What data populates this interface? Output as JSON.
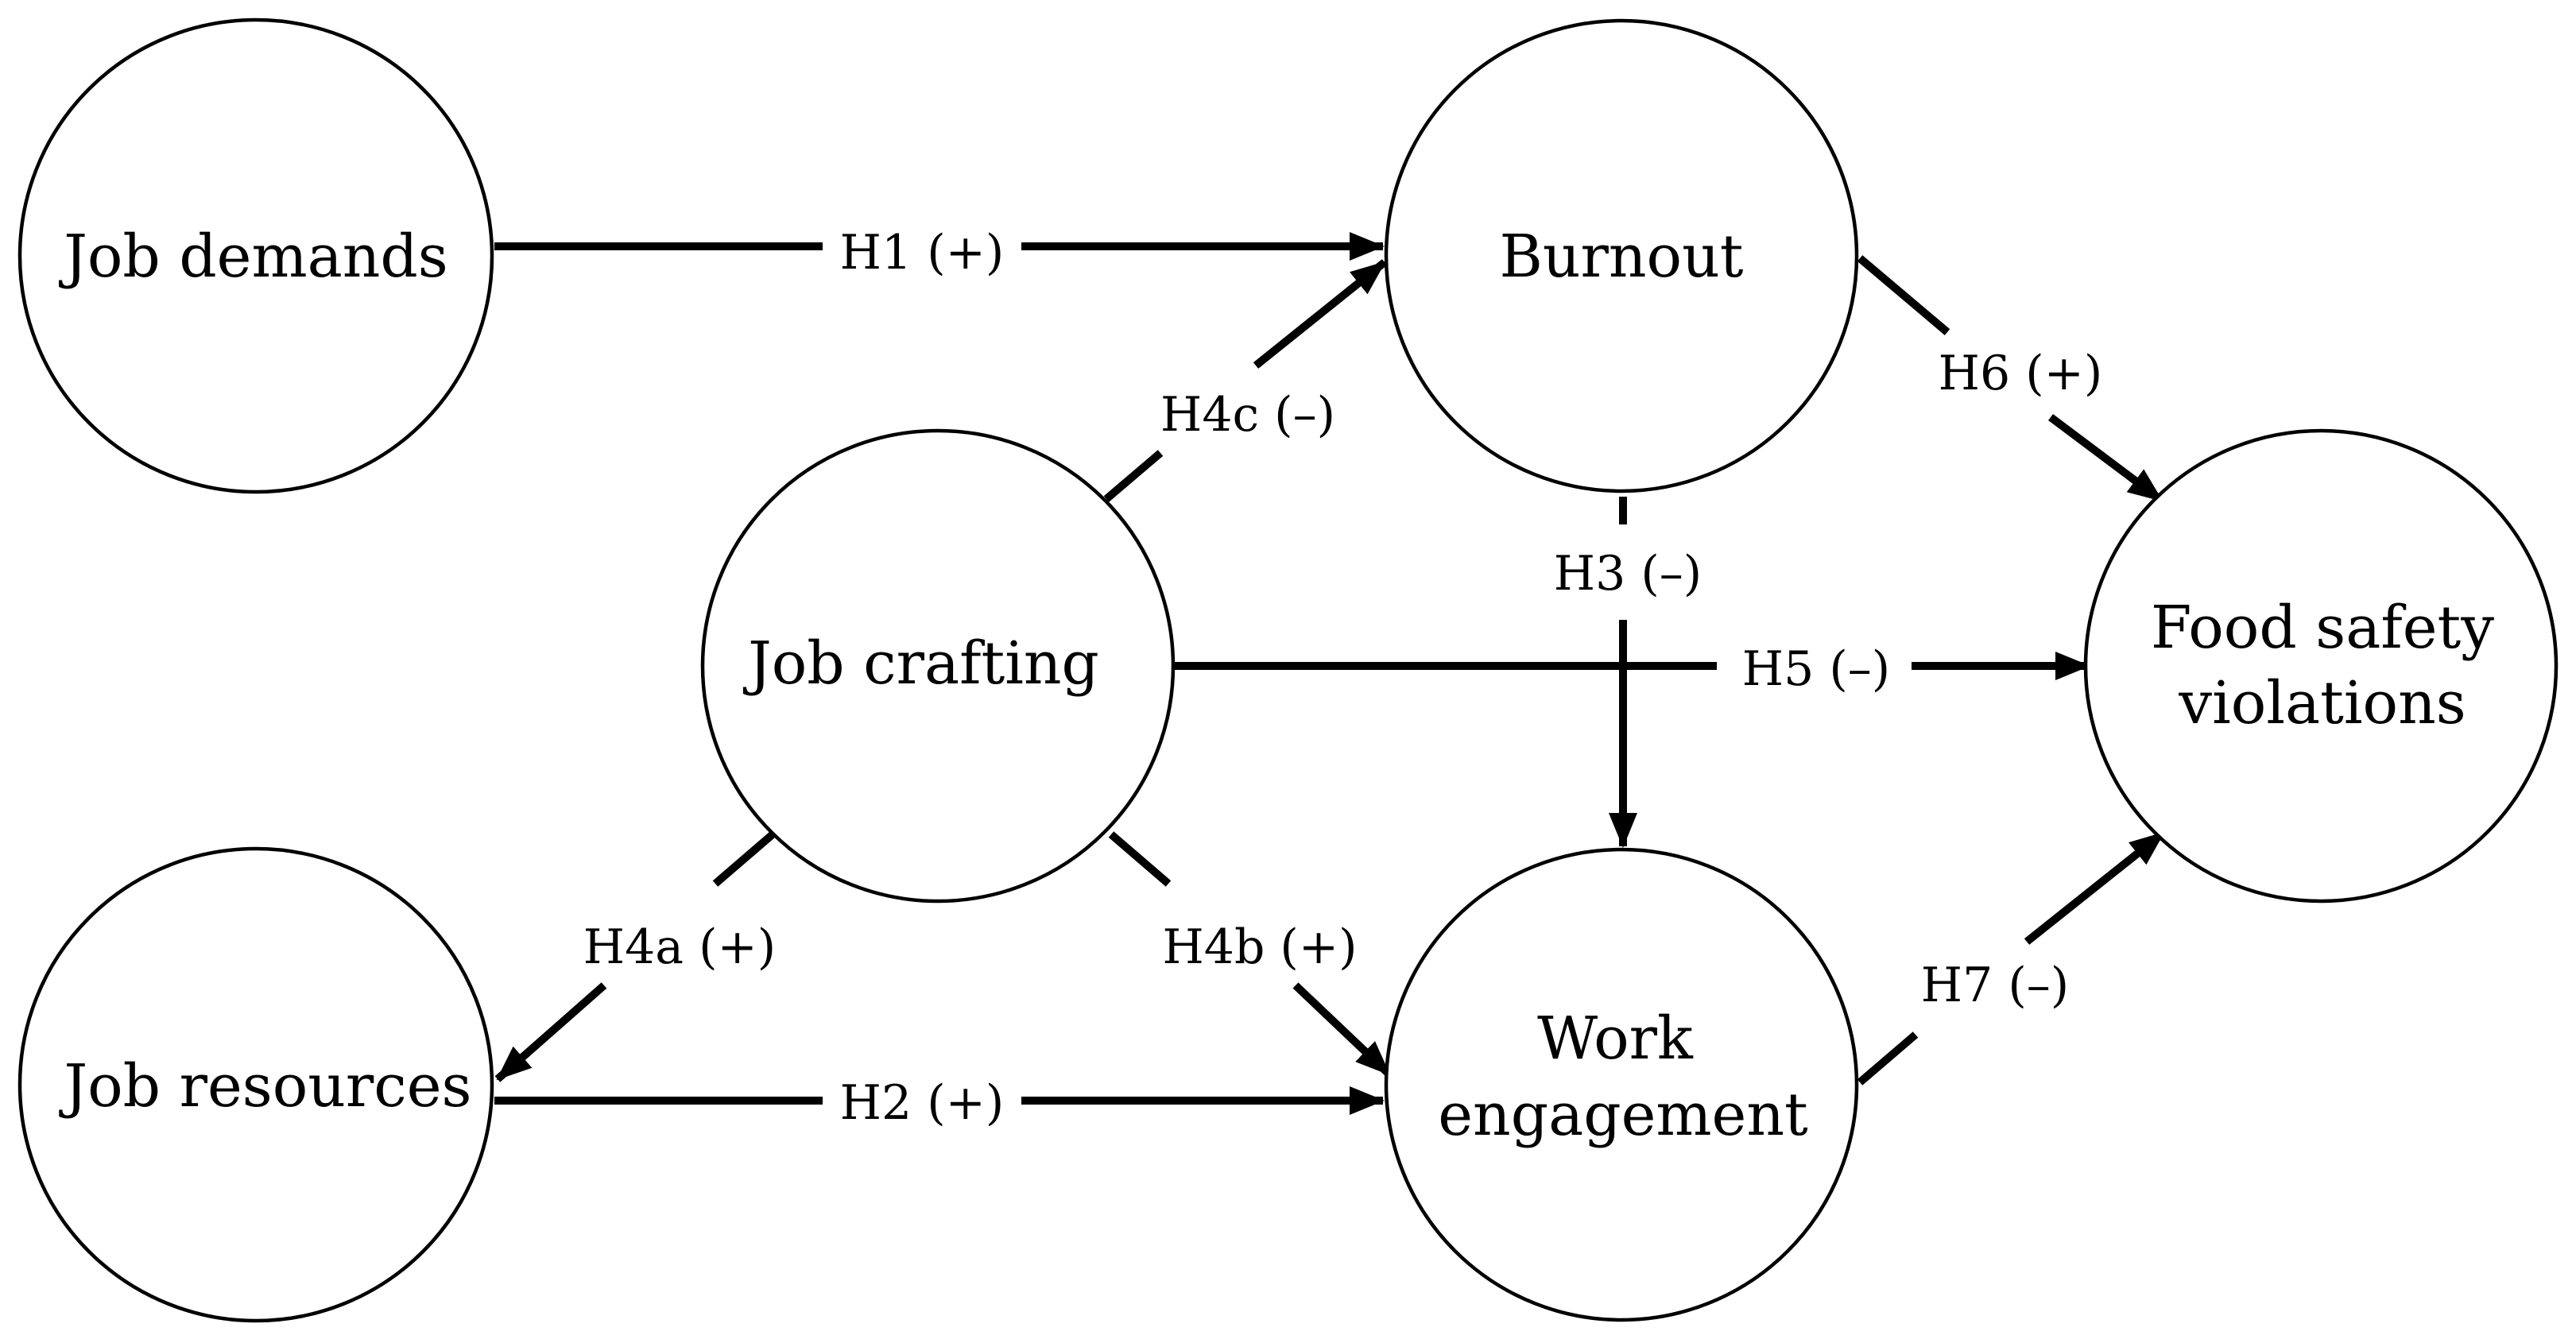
{
  "nodes": {
    "job_demands": {
      "label": "Job demands"
    },
    "job_resources": {
      "label": "Job resources"
    },
    "job_crafting": {
      "label": "Job crafting"
    },
    "burnout": {
      "label": "Burnout"
    },
    "work_engagement": {
      "label_line1": "Work",
      "label_line2": "engagement"
    },
    "food_safety": {
      "label_line1": "Food safety",
      "label_line2": "violations"
    }
  },
  "edges": {
    "h1": {
      "label": "H1 (+)",
      "from": "Job demands",
      "to": "Burnout"
    },
    "h2": {
      "label": "H2 (+)",
      "from": "Job resources",
      "to": "Work engagement"
    },
    "h3": {
      "label": "H3 (–)",
      "from": "Burnout",
      "to": "Work engagement"
    },
    "h4a": {
      "label": "H4a (+)",
      "from": "Job crafting",
      "to": "Job resources"
    },
    "h4b": {
      "label": "H4b (+)",
      "from": "Job crafting",
      "to": "Work engagement"
    },
    "h4c": {
      "label": "H4c (–)",
      "from": "Job crafting",
      "to": "Burnout"
    },
    "h5": {
      "label": "H5 (–)",
      "from": "Job crafting",
      "to": "Food safety violations"
    },
    "h6": {
      "label": "H6 (+)",
      "from": "Burnout",
      "to": "Food safety violations"
    },
    "h7": {
      "label": "H7 (–)",
      "from": "Work engagement",
      "to": "Food safety violations"
    }
  }
}
